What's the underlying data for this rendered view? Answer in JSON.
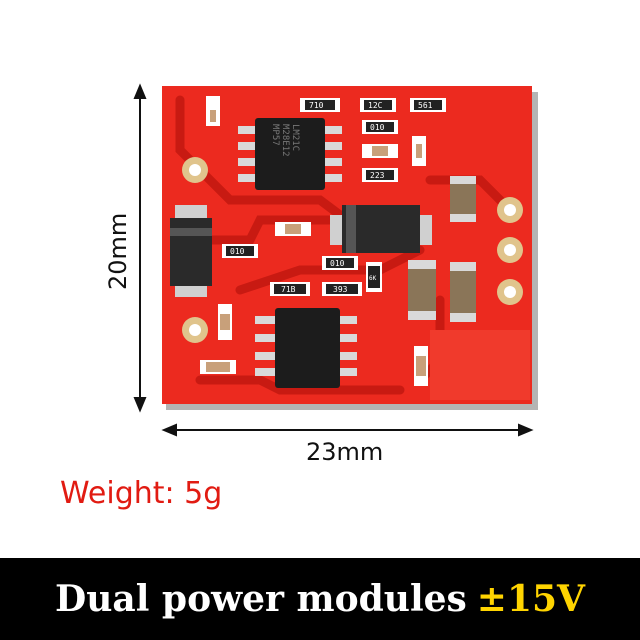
{
  "dimensions": {
    "width": "23mm",
    "height": "20mm"
  },
  "weight": "Weight: 5g",
  "banner": {
    "text": "Dual power modules",
    "accent": "±15V"
  },
  "components": {
    "ic_top_marking_1": "LM21C",
    "ic_top_marking_2": "M28E12",
    "ic_top_marking_3": "MP57",
    "smd_labels": [
      "710",
      "12C",
      "561",
      "010",
      "223",
      "010",
      "010",
      "6K",
      "71B",
      "393"
    ]
  },
  "colors": {
    "pcb": "#ec2a1f",
    "pcb_dark": "#c81a12",
    "weight_text": "#e11b12",
    "banner_bg": "#000000",
    "banner_text": "#ffffff",
    "banner_accent": "#ffd400"
  }
}
